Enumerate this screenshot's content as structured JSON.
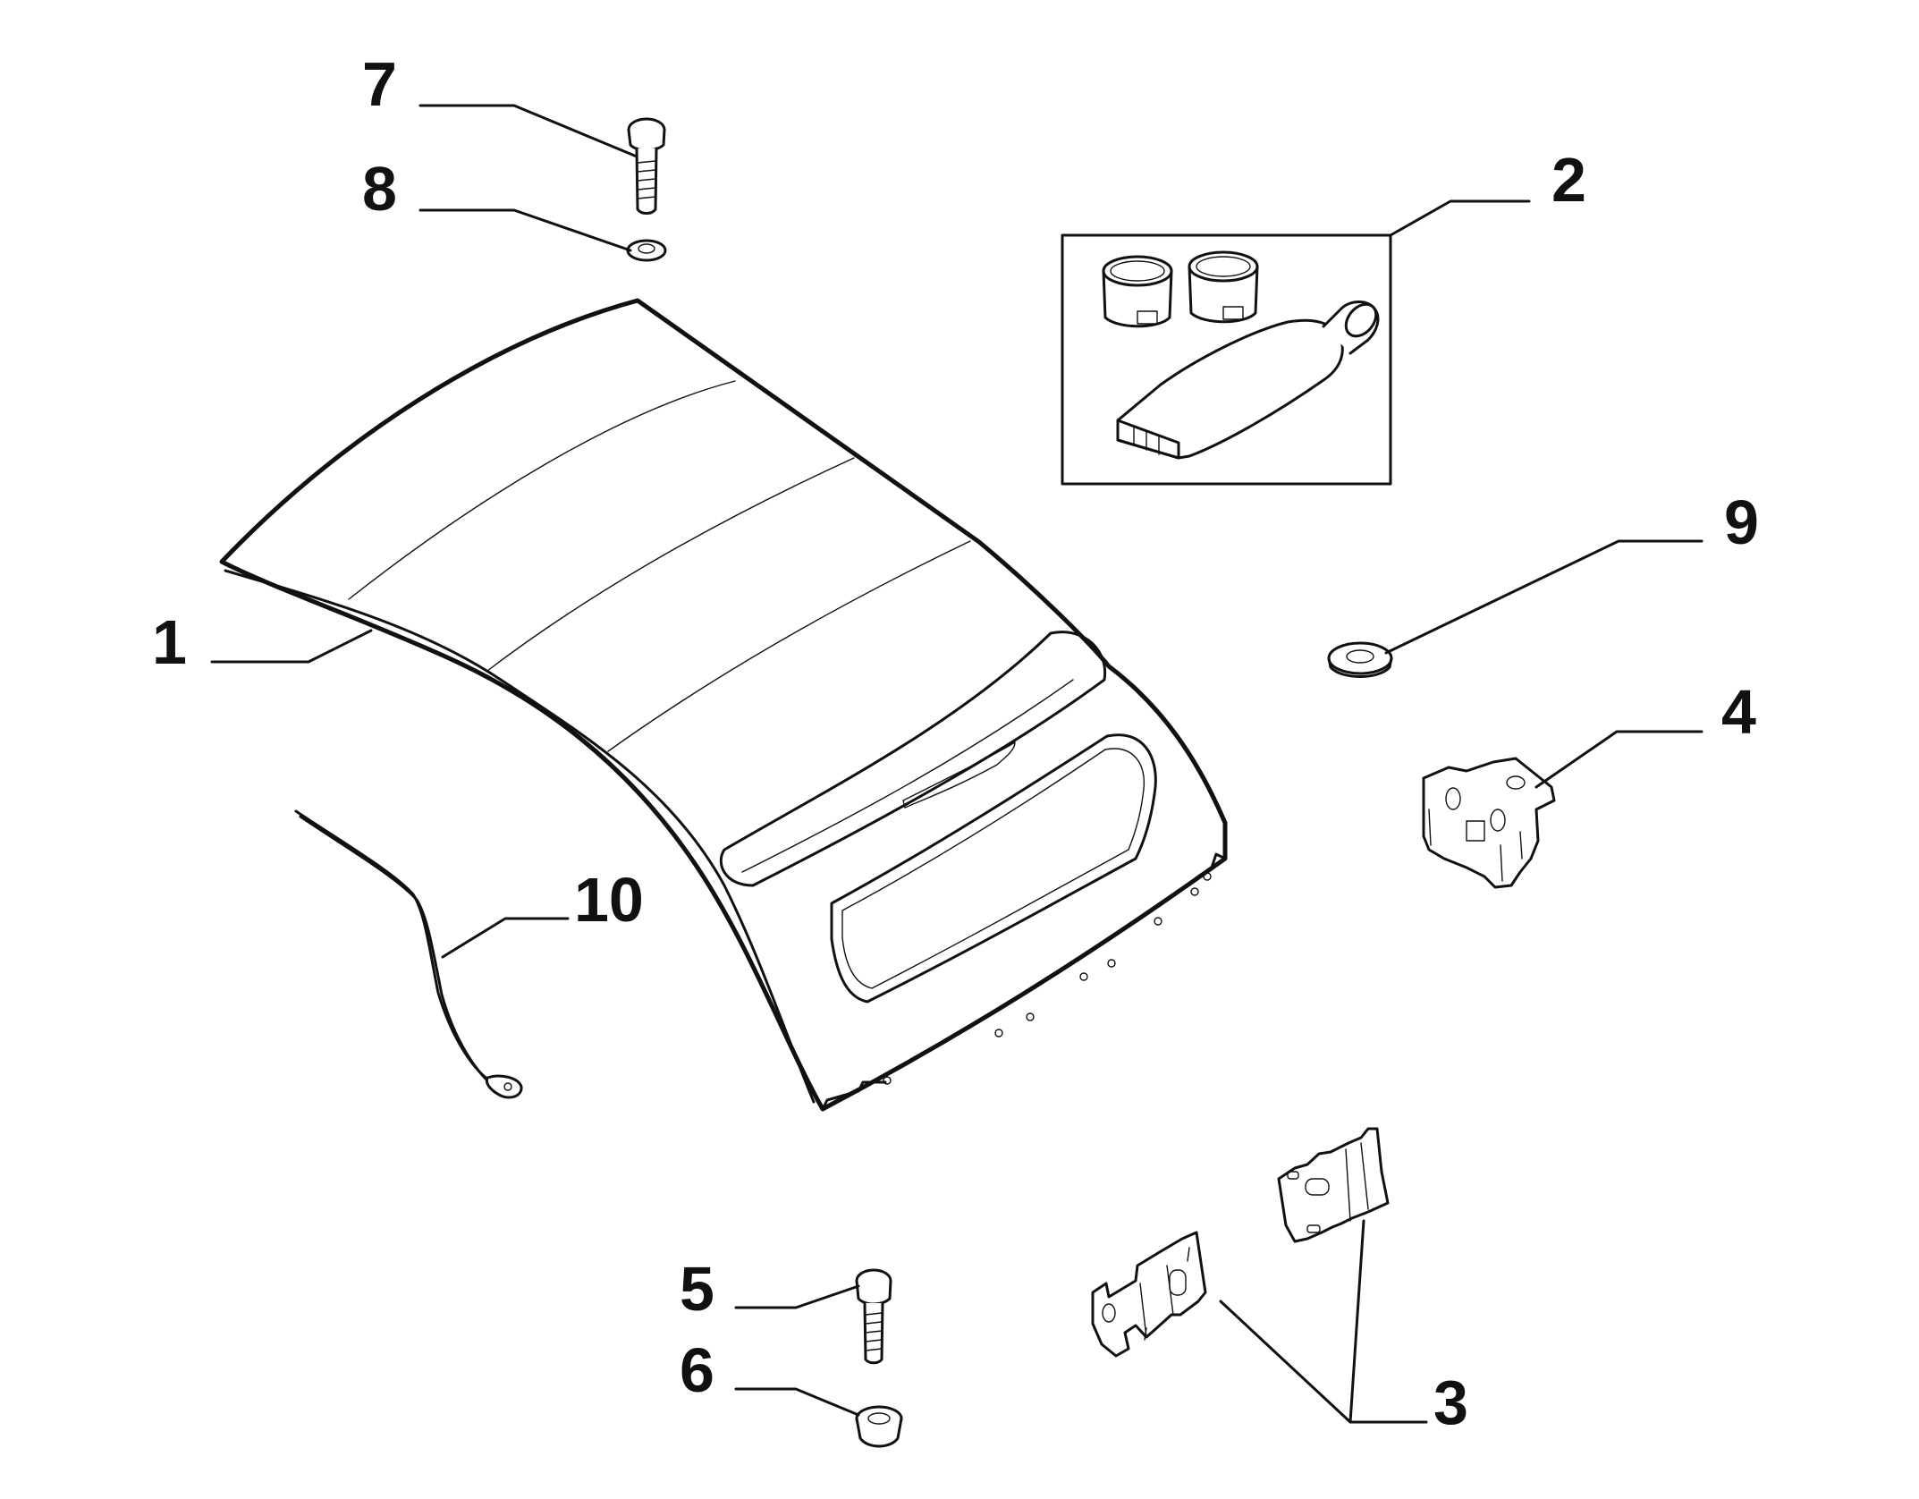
{
  "callouts": {
    "c1": "1",
    "c2": "2",
    "c3": "3",
    "c4": "4",
    "c5": "5",
    "c6": "6",
    "c7": "7",
    "c8": "8",
    "c9": "9",
    "c10": "10"
  },
  "colors": {
    "ink": "#111111",
    "background": "#ffffff"
  }
}
